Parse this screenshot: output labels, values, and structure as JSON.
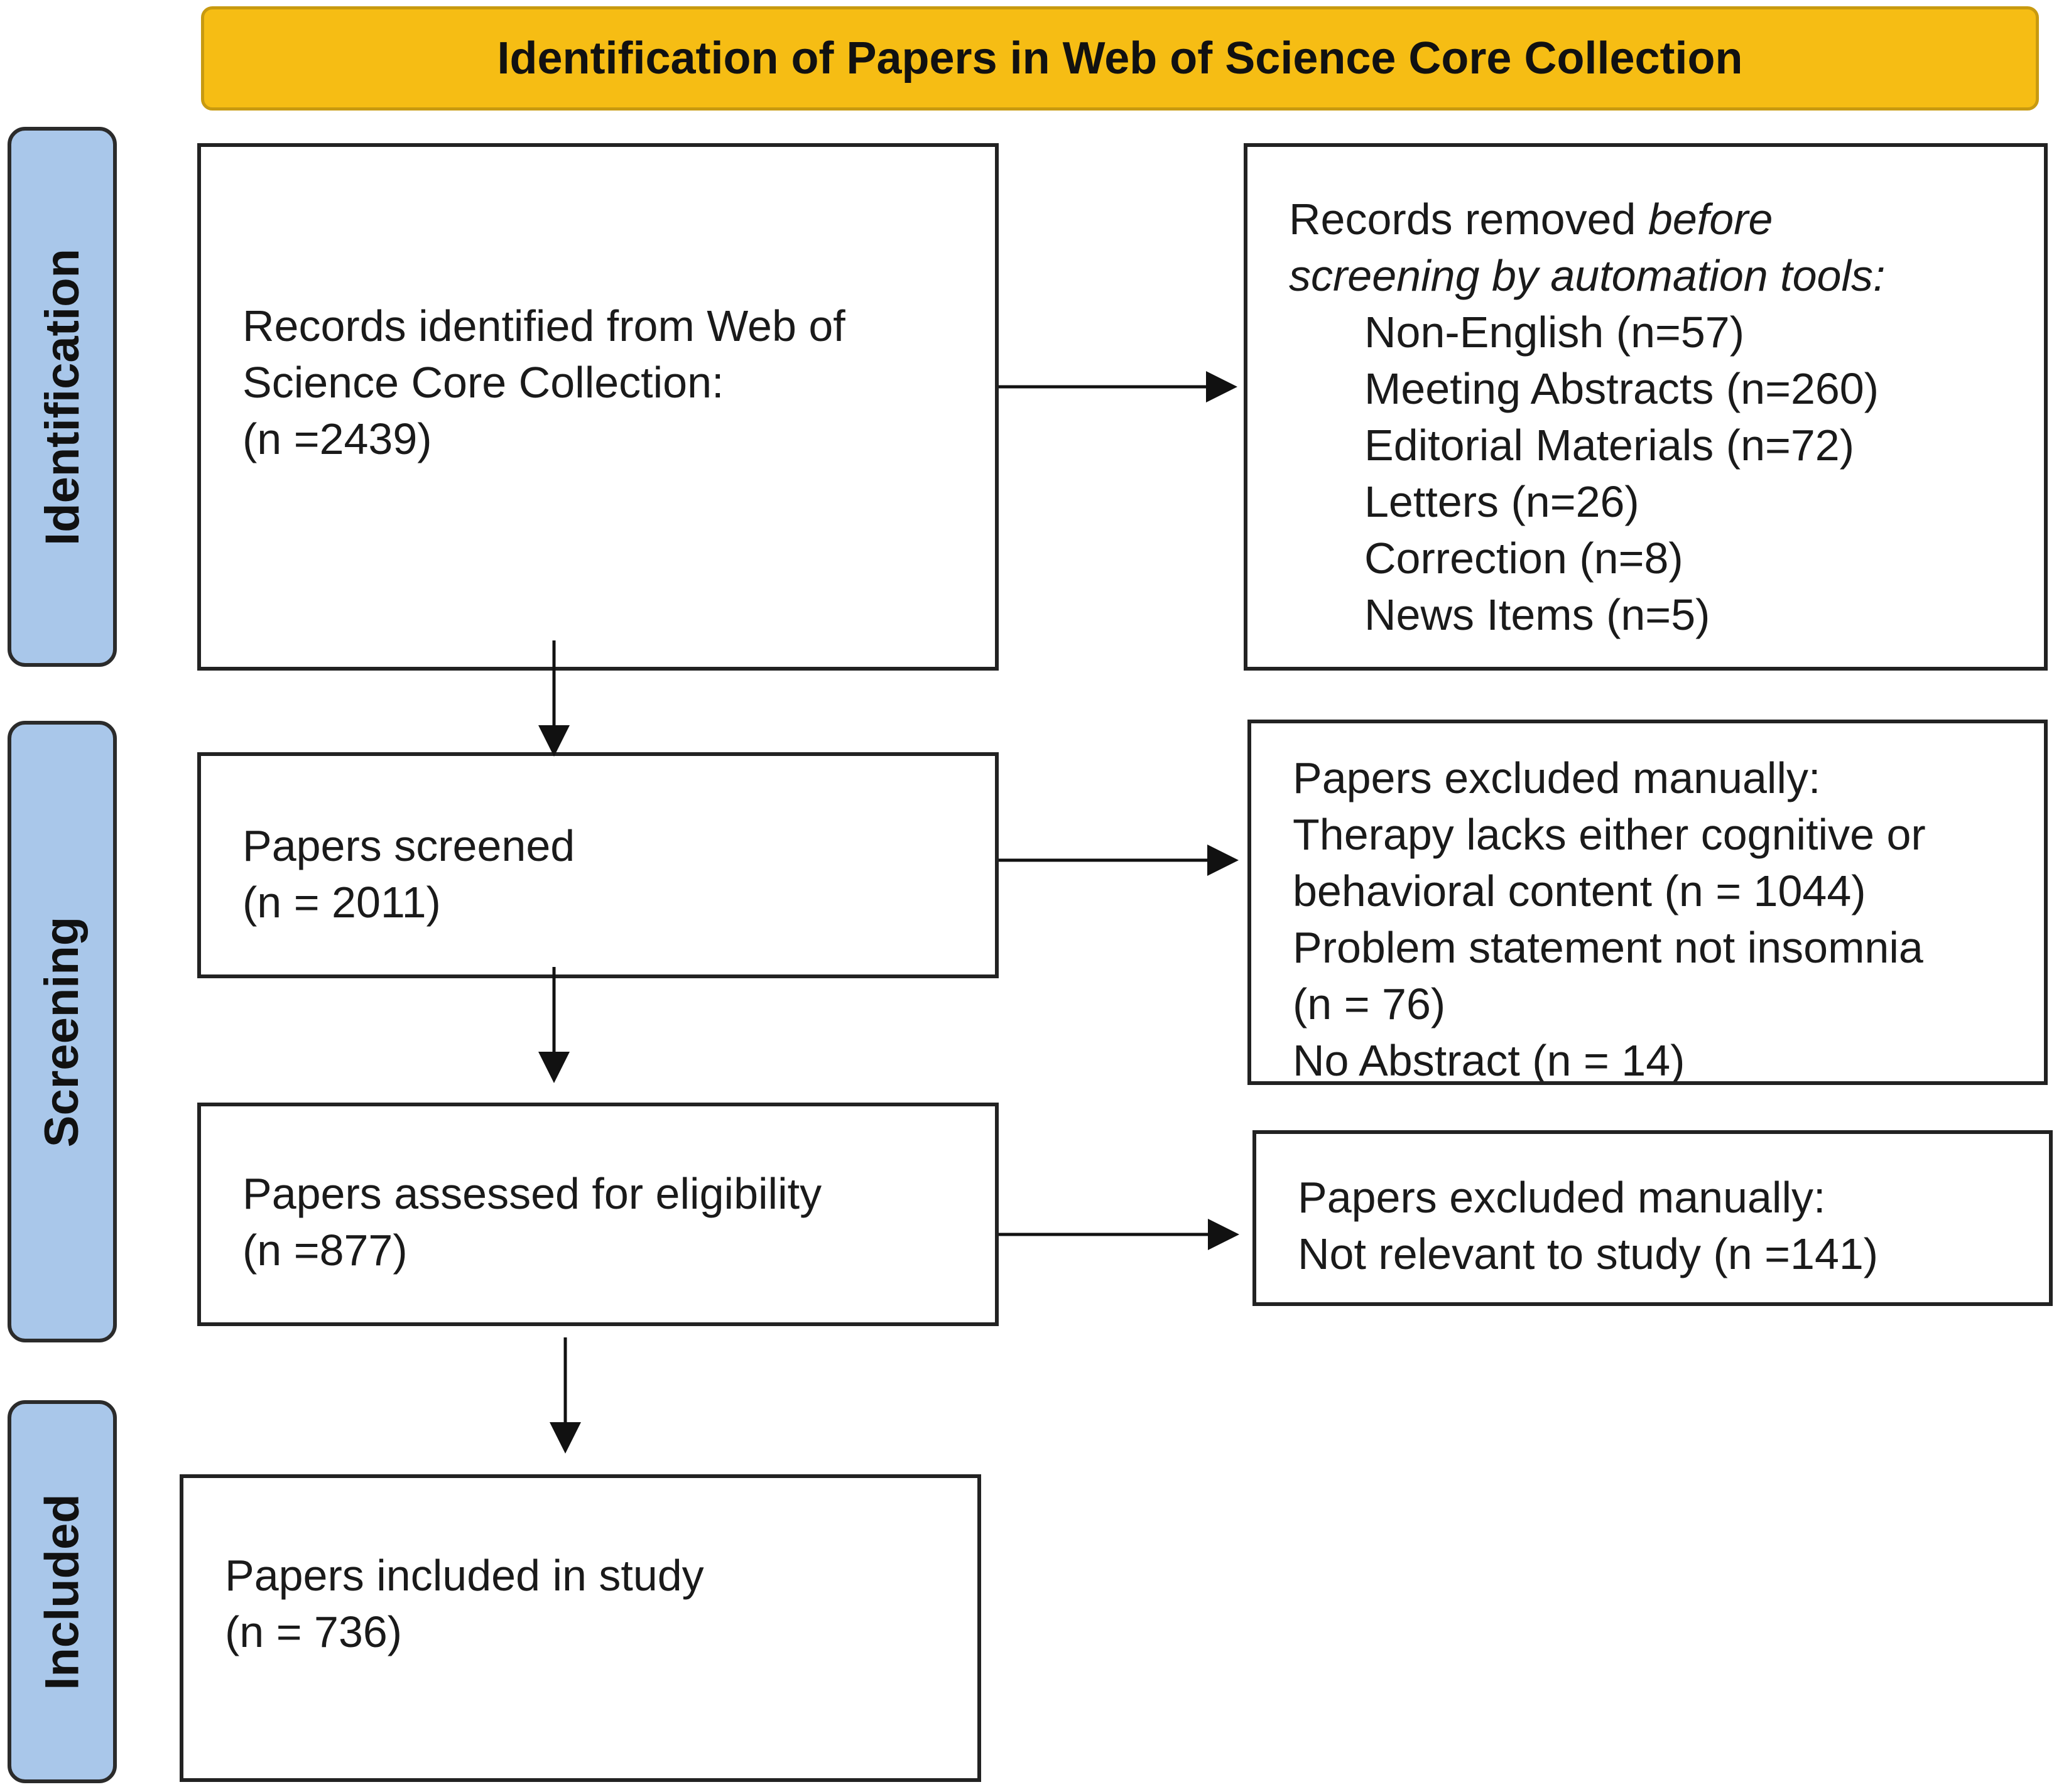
{
  "banner": {
    "title": "Identification of Papers in Web of Science Core Collection"
  },
  "phases": {
    "identification": "Identification",
    "screening": "Screening",
    "included": "Included"
  },
  "boxes": {
    "records": {
      "line1": "Records identified from Web of",
      "line2": "Science Core Collection:",
      "line3": "(n =2439)"
    },
    "removed": {
      "heading_plain": "Records removed ",
      "heading_italic": "before",
      "heading_line2": "screening by automation tools:",
      "items": [
        "Non-English (n=57)",
        "Meeting Abstracts (n=260)",
        "Editorial Materials (n=72)",
        "Letters (n=26)",
        "Correction (n=8)",
        "News Items (n=5)"
      ]
    },
    "screened": {
      "line1": "Papers screened",
      "line2": "(n = 2011)"
    },
    "excluded1": {
      "lines": [
        "Papers excluded manually:",
        "Therapy lacks either cognitive or",
        "behavioral content (n = 1044)",
        "Problem statement not insomnia",
        "(n = 76)",
        "No Abstract (n = 14)"
      ]
    },
    "eligibility": {
      "line1": "Papers assessed for eligibility",
      "line2": "(n =877)"
    },
    "excluded2": {
      "line1": "Papers excluded manually:",
      "line2": "Not relevant to study (n =141)"
    },
    "included": {
      "line1": "Papers included in study",
      "line2": "(n = 736)"
    }
  }
}
